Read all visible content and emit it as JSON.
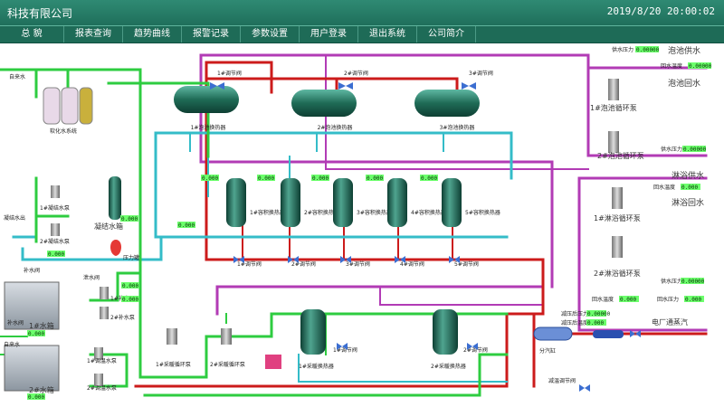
{
  "header": {
    "company": "科技有限公司",
    "datetime": "2019/8/20 20:00:02"
  },
  "menu": [
    {
      "label": "总 貌"
    },
    {
      "label": "报表查询"
    },
    {
      "label": "趋势曲线"
    },
    {
      "label": "报警记录"
    },
    {
      "label": "参数设置"
    },
    {
      "label": "用户登录"
    },
    {
      "label": "退出系统"
    },
    {
      "label": "公司简介"
    }
  ],
  "right_panel": {
    "pool_supply": "泡池供水",
    "pool_return": "泡池回水",
    "shower_supply": "淋浴供水",
    "shower_return": "淋浴回水",
    "pool_pump_1": "1#泡池循环泵",
    "pool_pump_2": "2#泡池循环泵",
    "shower_pump_1": "1#淋浴循环泵",
    "shower_pump_2": "2#淋浴循环泵",
    "supply_pressure_label": "供水压力",
    "return_temp_label": "回水温度",
    "return_pressure_label": "回水压力",
    "value": "0.000",
    "value_long": "0.00000"
  },
  "left_panel": {
    "tap_water_1": "自来水",
    "tap_water_2": "自来水",
    "softener": "软化水系统",
    "condensate_out": "凝结水出",
    "condensate_tank": "凝结水箱",
    "condensate_pump_1": "1#凝结水泵",
    "condensate_pump_2": "2#凝结水泵",
    "makeup_water": "补水阀",
    "tank_1": "1#水箱",
    "tank_2": "2#水箱",
    "makeup_pump_1": "1#补水泵",
    "makeup_pump_2": "2#补水泵",
    "pressure_tank": "压力罐",
    "drain_valve": "泄水阀",
    "tap_water_valve": "补水阀",
    "hvac_pump_1": "1#采暖循环泵",
    "hvac_pump_2": "2#采暖循环泵",
    "mix_pump_1": "1#调温水泵",
    "mix_pump_2": "2#调温水泵",
    "value": "0.000"
  },
  "top_exchangers": {
    "items": [
      {
        "name": "1#泡池换热器",
        "valve": "1#调节阀"
      },
      {
        "name": "2#泡池换热器",
        "valve": "2#调节阀"
      },
      {
        "name": "3#泡池换热器",
        "valve": "3#调节阀"
      }
    ]
  },
  "mid_exchangers": {
    "items": [
      {
        "name": "1#容积换热器",
        "valve": "1#调节阀"
      },
      {
        "name": "2#容积换热器",
        "valve": "2#调节阀"
      },
      {
        "name": "3#容积换热器",
        "valve": "3#调节阀"
      },
      {
        "name": "4#容积换热器",
        "valve": "4#调节阀"
      },
      {
        "name": "5#容积换热器",
        "valve": "5#调节阀"
      }
    ]
  },
  "bottom_exchangers": {
    "items": [
      {
        "name": "1#采暖换热器",
        "valve": "1#调节阀"
      },
      {
        "name": "2#采暖换热器",
        "valve": "2#调节阀"
      }
    ]
  },
  "steam": {
    "header": "分汽缸",
    "plant_steam": "电厂通蒸汽",
    "pressure_after": "减压后压力",
    "temp_after": "减压后温度",
    "valve": "减温调节阀"
  },
  "colors": {
    "header_bg": "#1f6f5b",
    "steam_red": "#cc1b1b",
    "pool_purple": "#b23bb5",
    "return_cyan": "#34bcc8",
    "water_green": "#2ecc40",
    "tank_green": "#2f7f6a"
  }
}
